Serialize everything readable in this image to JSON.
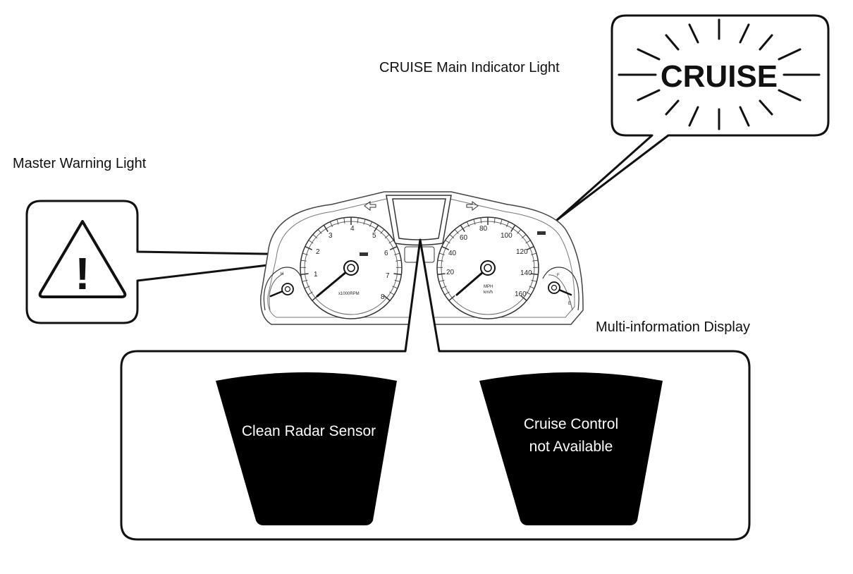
{
  "labels": {
    "cruise_indicator": "CRUISE Main Indicator Light",
    "master_warning": "Master Warning Light",
    "multi_info": "Multi-information Display"
  },
  "cruise_bubble": {
    "text": "CRUISE"
  },
  "warning_bubble": {
    "symbol": "!"
  },
  "tachometer": {
    "ticks": [
      "1",
      "2",
      "3",
      "4",
      "5",
      "6",
      "7",
      "8"
    ],
    "unit": "x1000RPM"
  },
  "speedometer": {
    "ticks": [
      "20",
      "40",
      "60",
      "80",
      "100",
      "120",
      "140",
      "160"
    ],
    "unit_top": "MPH",
    "unit_bottom": "km/h"
  },
  "temp_gauge": {
    "hot": "H"
  },
  "fuel_gauge": {
    "full": "F",
    "empty": "E"
  },
  "displays": {
    "left": {
      "line1": "Clean Radar Sensor"
    },
    "right": {
      "line1": "Cruise Control",
      "line2": "not Available"
    }
  },
  "icons": {
    "warning": "warning-triangle-icon",
    "turn_left": "turn-left-arrow-icon",
    "turn_right": "turn-right-arrow-icon"
  }
}
